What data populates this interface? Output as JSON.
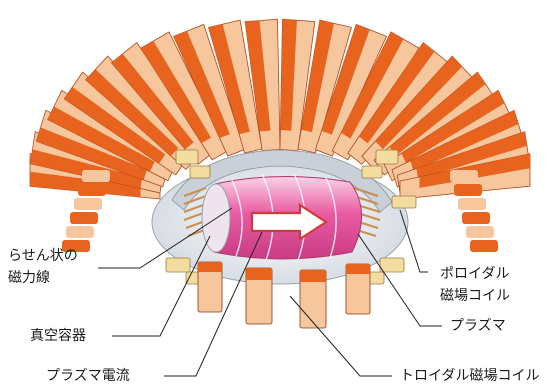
{
  "labels": {
    "spiral_field_line1": "らせん状の",
    "spiral_field_line2": "磁力線",
    "vacuum_vessel": "真空容器",
    "plasma_current": "プラズマ電流",
    "poloidal_coil_line1": "ポロイダル",
    "poloidal_coil_line2": "磁場コイル",
    "plasma": "プラズマ",
    "toroidal_coil": "トロイダル磁場コイル"
  },
  "colors": {
    "coil_orange": "#e8641e",
    "coil_peach": "#f6c79c",
    "coil_shadow": "#b0461a",
    "poloidal_coil": "#f3dca0",
    "plasma_pink": "#e8549a",
    "plasma_light": "#f8c0dc",
    "vessel_gray": "#d6dbe2",
    "leader_line": "#222222"
  },
  "icons": {
    "current_arrow": "hollow-right-arrow"
  }
}
